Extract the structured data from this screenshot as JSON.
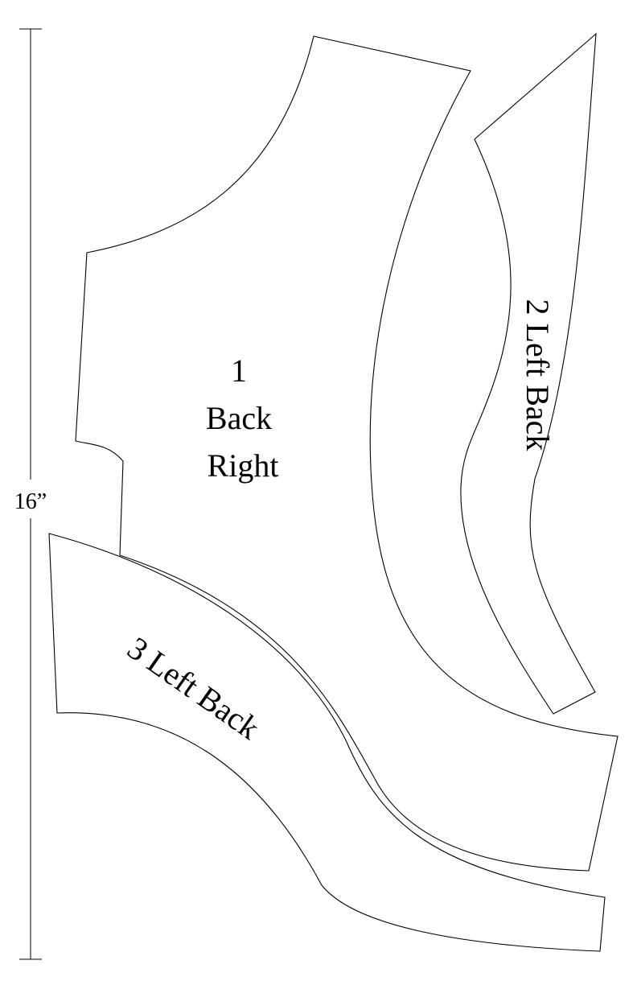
{
  "measure": {
    "label": "16”"
  },
  "pieces": [
    {
      "lines": [
        "1",
        "Back",
        "Right"
      ]
    },
    {
      "label": "2 Left Back"
    },
    {
      "label": "3 Left Back"
    }
  ]
}
